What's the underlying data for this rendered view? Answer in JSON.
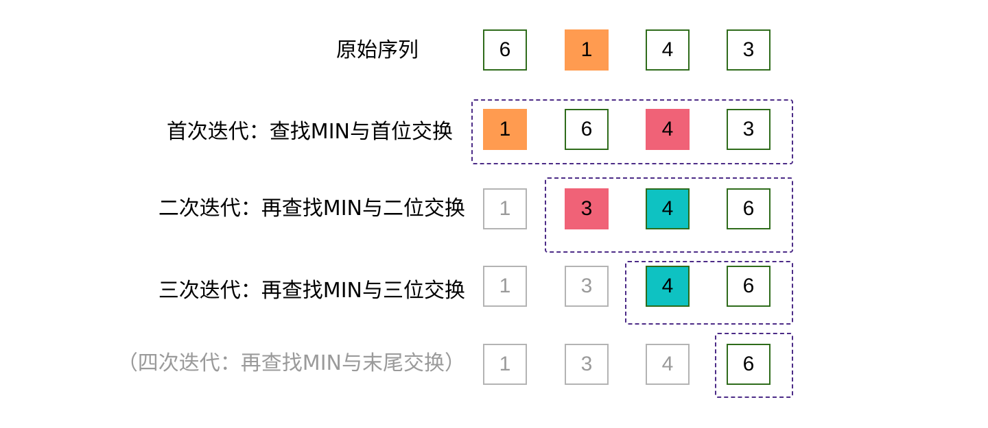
{
  "rows": [
    {
      "label": "原始序列",
      "cells": [
        "6",
        "1",
        "4",
        "3"
      ]
    },
    {
      "label": "首次迭代：查找MIN与首位交换",
      "cells": [
        "1",
        "6",
        "4",
        "3"
      ]
    },
    {
      "label": "二次迭代：再查找MIN与二位交换",
      "cells": [
        "1",
        "3",
        "4",
        "6"
      ]
    },
    {
      "label": "三次迭代：再查找MIN与三位交换",
      "cells": [
        "1",
        "3",
        "4",
        "6"
      ]
    },
    {
      "label": "（四次迭代：再查找MIN与末尾交换）",
      "cells": [
        "1",
        "3",
        "4",
        "6"
      ]
    }
  ],
  "colors": {
    "orange": "#ff9b50",
    "pink": "#f06277",
    "teal": "#0ec2c2",
    "border_green": "#2e6b1a",
    "frame_purple": "#4b2a86",
    "muted_gray": "#9a9a9a"
  }
}
